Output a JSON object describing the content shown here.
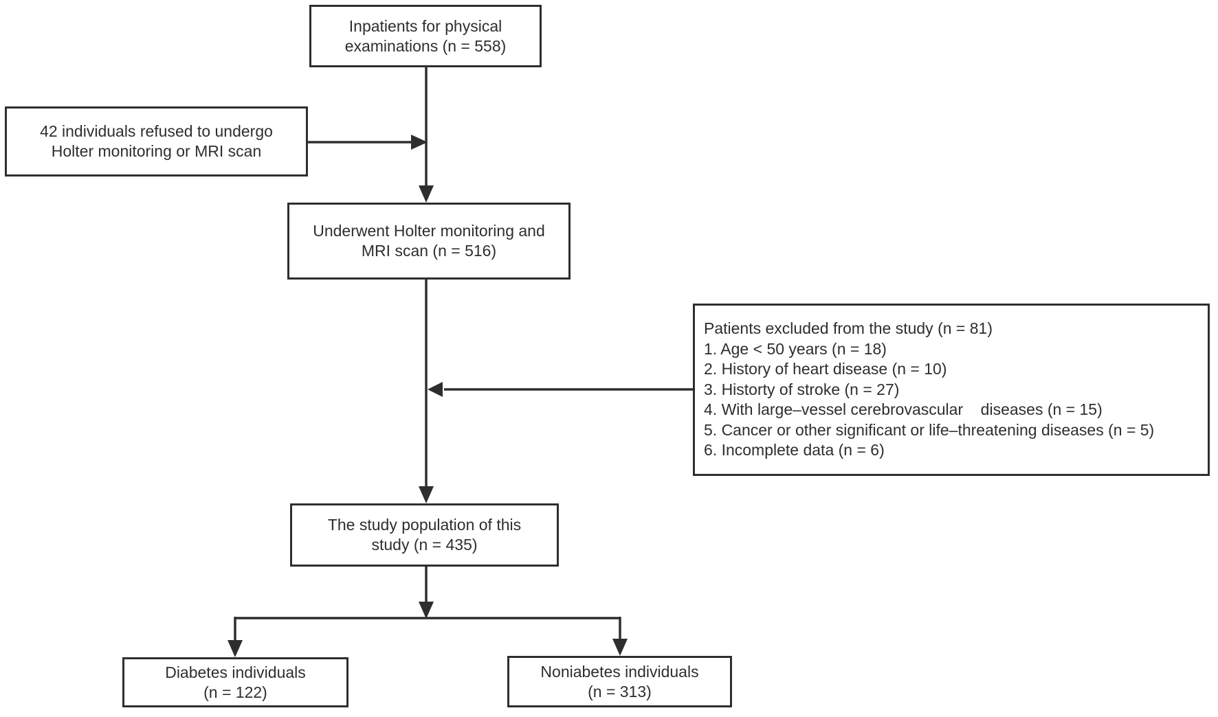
{
  "figure": {
    "type": "study-flow-diagram"
  },
  "colors": {
    "line": "#2e2e2e",
    "text": "#2e2e2e",
    "background": "#ffffff",
    "box_background": "#ffffff"
  },
  "nodes": {
    "inpatients": {
      "lines": [
        "Inpatients for physical",
        "examinations (n = 558)"
      ]
    },
    "refused": {
      "lines": [
        "42 individuals refused to undergo",
        "Holter monitoring or MRI scan"
      ]
    },
    "underwent": {
      "lines": [
        "Underwent Holter monitoring and",
        "MRI scan (n = 516)"
      ]
    },
    "excluded": {
      "lines": [
        "Patients excluded from the study (n = 81)",
        "1. Age < 50 years (n = 18)",
        "2. History of heart disease (n = 10)",
        "3. Historty of stroke (n = 27)",
        "4. With large–vessel cerebrovascular    diseases (n = 15)",
        "5. Cancer or other significant or life–threatening diseases (n = 5)",
        "6. Incomplete data (n = 6)"
      ]
    },
    "study_population": {
      "lines": [
        "The study population of this",
        "study (n = 435)"
      ]
    },
    "diabetes": {
      "lines": [
        "Diabetes individuals",
        "(n = 122)"
      ]
    },
    "nondiabetes": {
      "lines": [
        "Noniabetes individuals",
        "(n = 313)"
      ]
    }
  }
}
